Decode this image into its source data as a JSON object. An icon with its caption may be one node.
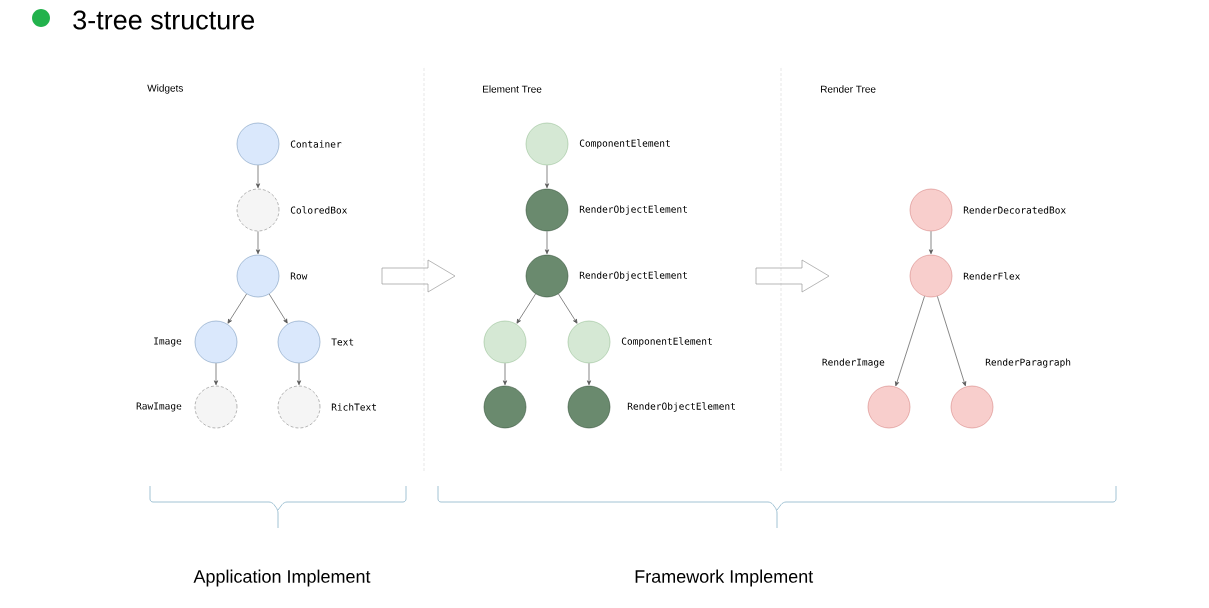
{
  "diagram": {
    "title": "3-tree structure",
    "nodes": [
      {
        "text": [],
        "shape": "circle",
        "beside": [
          "Container"
        ]
      },
      {
        "text": [],
        "shape": "circle",
        "beside": [
          "ColoredBox"
        ]
      },
      {
        "text": [],
        "shape": "circle",
        "beside": [
          "Row"
        ]
      },
      {
        "text": [],
        "shape": "circle",
        "beside": [
          "Image"
        ]
      },
      {
        "text": [],
        "shape": "circle",
        "beside": [
          "Text"
        ]
      },
      {
        "text": [],
        "shape": "circle",
        "beside": [
          "RawImage"
        ]
      },
      {
        "text": [],
        "shape": "circle",
        "beside": [
          "RichText"
        ]
      },
      {
        "text": [],
        "shape": "circle",
        "beside": [
          "ComponentElement"
        ]
      },
      {
        "text": [],
        "shape": "circle",
        "beside": [
          "RenderObjectElement"
        ]
      },
      {
        "text": [],
        "shape": "circle",
        "beside": [
          "RenderObjectElement"
        ]
      },
      {
        "text": [],
        "shape": "circle"
      },
      {
        "text": [],
        "shape": "circle",
        "beside": [
          "ComponentElement"
        ]
      },
      {
        "text": [],
        "shape": "circle"
      },
      {
        "text": [],
        "shape": "circle",
        "beside": [
          "RenderObjectElement"
        ]
      },
      {
        "text": [],
        "shape": "circle",
        "beside": [
          "RenderDecoratedBox"
        ]
      },
      {
        "text": [],
        "shape": "circle",
        "beside": [
          "RenderFlex"
        ]
      },
      {
        "text": [],
        "shape": "circle",
        "beside": [
          "RenderImage"
        ]
      },
      {
        "text": [],
        "shape": "circle",
        "beside": [
          "RenderParagraph"
        ]
      }
    ],
    "edges": [
      {
        "from": 0,
        "to": 1,
        "arrow": "to"
      },
      {
        "from": 1,
        "to": 2,
        "arrow": "to"
      },
      {
        "from": 2,
        "to": 3,
        "arrow": "to"
      },
      {
        "from": 2,
        "to": 4,
        "arrow": "to"
      },
      {
        "from": 3,
        "to": 5,
        "arrow": "to"
      },
      {
        "from": 4,
        "to": 6,
        "arrow": "to"
      },
      {
        "from": 7,
        "to": 8,
        "arrow": "to"
      },
      {
        "from": 8,
        "to": 9,
        "arrow": "to"
      },
      {
        "from": 9,
        "to": 10,
        "arrow": "to"
      },
      {
        "from": 9,
        "to": 11,
        "arrow": "to"
      },
      {
        "from": 10,
        "to": 12,
        "arrow": "to"
      },
      {
        "from": 11,
        "to": 13,
        "arrow": "to"
      },
      {
        "from": 14,
        "to": 15,
        "arrow": "to"
      },
      {
        "from": 15,
        "to": 16,
        "arrow": "to"
      },
      {
        "from": 15,
        "to": 17,
        "arrow": "to"
      }
    ],
    "labels": [
      "Widgets",
      "Element Tree",
      "Render Tree",
      "Application Implement",
      "Framework Implement"
    ]
  }
}
